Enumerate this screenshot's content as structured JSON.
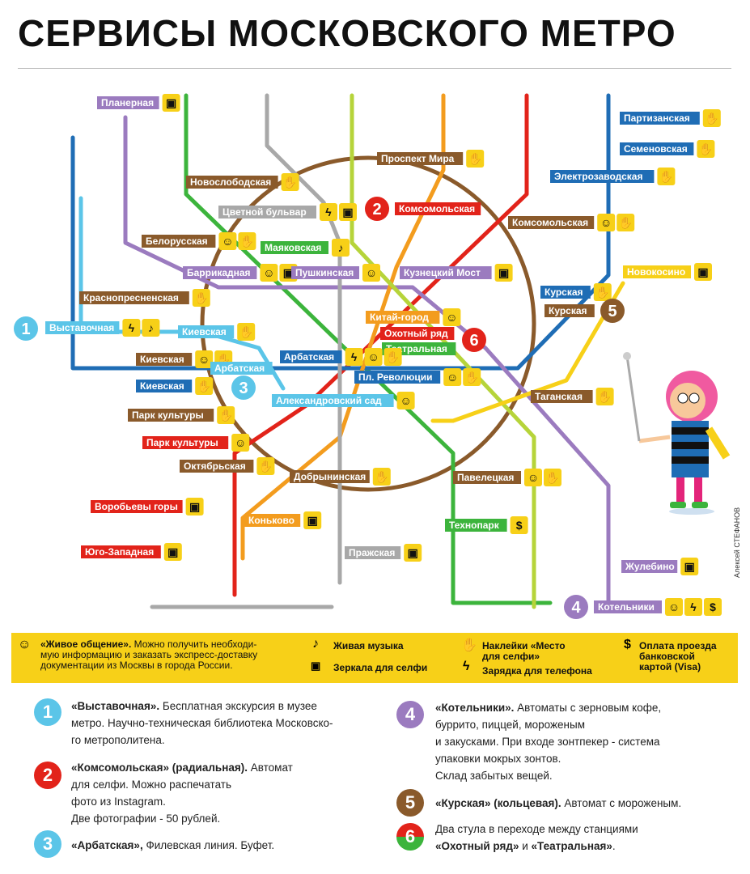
{
  "title": "СЕРВИСЫ МОСКОВСКОГО МЕТРО",
  "credit": "Алексей СТЕФАНОВ",
  "colors": {
    "ring": "#8a5a2b",
    "red": "#e2231a",
    "green": "#3cb43c",
    "blue": "#1f6db5",
    "lightblue": "#5bc5e8",
    "purple": "#9b7bbf",
    "orange": "#f39c1e",
    "grey": "#a8a8a8",
    "yellow": "#f7d018",
    "lime": "#b6d43a",
    "darkgreen": "#3aa04a",
    "label_fill": "#ffffff"
  },
  "badges": [
    {
      "num": "1",
      "color": "#5bc5e8"
    },
    {
      "num": "2",
      "color": "#e2231a"
    },
    {
      "num": "3",
      "color": "#5bc5e8"
    },
    {
      "num": "4",
      "color": "#9b7bbf"
    },
    {
      "num": "5",
      "color": "#8a5a2b"
    },
    {
      "num": "6",
      "color": "#e2231a"
    }
  ],
  "stations": [
    {
      "name": "Планерная",
      "icons": [
        "camera"
      ],
      "color": "#9b7bbf"
    },
    {
      "name": "Партизанская",
      "icons": [
        "thumb"
      ],
      "color": "#1f6db5"
    },
    {
      "name": "Семеновская",
      "icons": [
        "thumb"
      ],
      "color": "#1f6db5"
    },
    {
      "name": "Проспект Мира",
      "icons": [
        "thumb"
      ],
      "color": "#8a5a2b"
    },
    {
      "name": "Новослободская",
      "icons": [
        "thumb"
      ],
      "color": "#8a5a2b"
    },
    {
      "name": "Электрозаводская",
      "icons": [
        "thumb"
      ],
      "color": "#1f6db5"
    },
    {
      "name": "Комсомольская",
      "icons": [],
      "color": "#e2231a"
    },
    {
      "name": "Цветной бульвар",
      "icons": [
        "bolt",
        "camera"
      ],
      "color": "#a8a8a8"
    },
    {
      "name": "Комсомольская",
      "icons": [
        "smile",
        "thumb"
      ],
      "color": "#8a5a2b"
    },
    {
      "name": "Белорусская",
      "icons": [
        "smile",
        "thumb"
      ],
      "color": "#8a5a2b"
    },
    {
      "name": "Маяковская",
      "icons": [
        "music"
      ],
      "color": "#3cb43c"
    },
    {
      "name": "Баррикадная",
      "icons": [
        "smile",
        "camera"
      ],
      "color": "#9b7bbf"
    },
    {
      "name": "Пушкинская",
      "icons": [
        "smile"
      ],
      "color": "#9b7bbf"
    },
    {
      "name": "Кузнецкий Мост",
      "icons": [
        "camera"
      ],
      "color": "#9b7bbf"
    },
    {
      "name": "Новокосино",
      "icons": [
        "camera"
      ],
      "color": "#f7d018"
    },
    {
      "name": "Краснопресненская",
      "icons": [
        "thumb"
      ],
      "color": "#8a5a2b"
    },
    {
      "name": "Курская",
      "icons": [
        "thumb"
      ],
      "color": "#1f6db5"
    },
    {
      "name": "Китай-город",
      "icons": [
        "smile"
      ],
      "color": "#f39c1e"
    },
    {
      "name": "Курская",
      "icons": [],
      "color": "#8a5a2b"
    },
    {
      "name": "Выставочная",
      "icons": [
        "bolt",
        "music"
      ],
      "color": "#5bc5e8"
    },
    {
      "name": "Киевская",
      "icons": [
        "thumb"
      ],
      "color": "#5bc5e8"
    },
    {
      "name": "Охотный ряд",
      "icons": [],
      "color": "#e2231a"
    },
    {
      "name": "Театральная",
      "icons": [],
      "color": "#3cb43c"
    },
    {
      "name": "Киевская",
      "icons": [
        "smile",
        "thumb"
      ],
      "color": "#8a5a2b"
    },
    {
      "name": "Арбатская",
      "icons": [
        "bolt",
        "smile",
        "thumb"
      ],
      "color": "#1f6db5"
    },
    {
      "name": "Арбатская",
      "icons": [],
      "color": "#5bc5e8"
    },
    {
      "name": "Пл. Революции",
      "icons": [
        "smile",
        "thumb"
      ],
      "color": "#1f6db5"
    },
    {
      "name": "Киевская",
      "icons": [
        "thumb"
      ],
      "color": "#1f6db5"
    },
    {
      "name": "Таганская",
      "icons": [
        "thumb"
      ],
      "color": "#8a5a2b"
    },
    {
      "name": "Александровский сад",
      "icons": [
        "smile"
      ],
      "color": "#5bc5e8"
    },
    {
      "name": "Парк культуры",
      "icons": [
        "thumb"
      ],
      "color": "#8a5a2b"
    },
    {
      "name": "Парк культуры",
      "icons": [
        "smile"
      ],
      "color": "#e2231a"
    },
    {
      "name": "Октябрьская",
      "icons": [
        "thumb"
      ],
      "color": "#8a5a2b"
    },
    {
      "name": "Добрынинская",
      "icons": [
        "thumb"
      ],
      "color": "#8a5a2b"
    },
    {
      "name": "Павелецкая",
      "icons": [
        "smile",
        "thumb"
      ],
      "color": "#8a5a2b"
    },
    {
      "name": "Воробьевы горы",
      "icons": [
        "camera"
      ],
      "color": "#e2231a"
    },
    {
      "name": "Коньково",
      "icons": [
        "camera"
      ],
      "color": "#f39c1e"
    },
    {
      "name": "Технопарк",
      "icons": [
        "dollar"
      ],
      "color": "#3cb43c"
    },
    {
      "name": "Юго-Западная",
      "icons": [
        "camera"
      ],
      "color": "#e2231a"
    },
    {
      "name": "Пражская",
      "icons": [
        "camera"
      ],
      "color": "#a8a8a8"
    },
    {
      "name": "Жулебино",
      "icons": [
        "camera"
      ],
      "color": "#9b7bbf"
    },
    {
      "name": "Котельники",
      "icons": [
        "smile",
        "bolt",
        "dollar"
      ],
      "color": "#9b7bbf"
    }
  ],
  "legend": {
    "live": {
      "title": "«Живое общение».",
      "text": " Можно получить необходи-\nмую информацию и заказать экспресс-доставку\nдокументации из Москвы в города России."
    },
    "music": "Живая музыка",
    "mirror": "Зеркала для селфи",
    "sticker": "Наклейки «Место\nдля селфи»",
    "charge": "Зарядка для телефона",
    "pay": "Оплата проезда\nбанковской\nкартой (Visa)"
  },
  "notes": [
    {
      "num": "1",
      "title": "«Выставочная».",
      "text": " Бесплатная экскурсия в музее\nметро. Научно-техническая библиотека Московско-\nго метрополитена."
    },
    {
      "num": "2",
      "title": "«Комсомольская» (радиальная).",
      "text": " Автомат\nдля селфи. Можно распечатать\nфото из Instagram.\nДве фотографии - 50 рублей."
    },
    {
      "num": "3",
      "title": "«Арбатская»,",
      "text": " Филевская линия. Буфет."
    },
    {
      "num": "4",
      "title": "«Котельники».",
      "text": " Автоматы с зерновым кофе,\nбуррито, пиццей, мороженым\nи закусками. При входе зонтпекер - система\nупаковки мокрых зонтов.\nСклад забытых вещей."
    },
    {
      "num": "5",
      "title": "«Курская» (кольцевая).",
      "text": " Автомат с мороженым."
    },
    {
      "num": "6",
      "title": "",
      "text": "Два стула в переходе между станциями\n",
      "title2": "«Охотный ряд»",
      "mid": " и ",
      "title3": "«Театральная»",
      "end": "."
    }
  ]
}
